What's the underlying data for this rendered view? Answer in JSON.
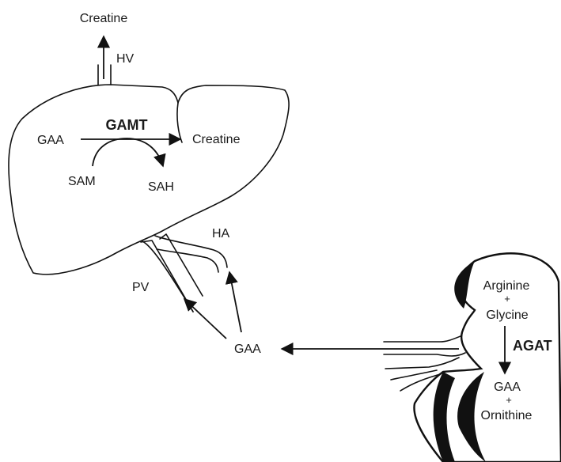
{
  "liver": {
    "enzyme": "GAMT",
    "substrate": "GAA",
    "product": "Creatine",
    "cosubstrate": "SAM",
    "coproduct": "SAH",
    "vein_out": "HV",
    "exported": "Creatine",
    "artery_in": "HA",
    "portal_in": "PV"
  },
  "transport": {
    "metabolite": "GAA"
  },
  "kidney": {
    "enzyme": "AGAT",
    "substrate_1": "Arginine",
    "substrate_plus": "+",
    "substrate_2": "Glycine",
    "product_1": "GAA",
    "product_plus": "+",
    "product_2": "Ornithine"
  },
  "colors": {
    "ink": "#111111",
    "background": "#ffffff"
  }
}
